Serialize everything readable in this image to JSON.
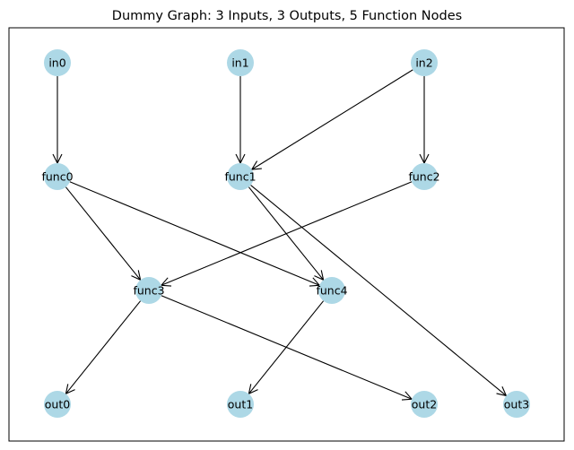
{
  "title": "Dummy Graph: 3 Inputs, 3 Outputs, 5 Function Nodes",
  "colors": {
    "node_fill": "#add8e6",
    "edge": "#000000",
    "frame": "#000000",
    "background": "#ffffff"
  },
  "nodes": [
    {
      "id": "in0",
      "label": "in0"
    },
    {
      "id": "in1",
      "label": "in1"
    },
    {
      "id": "in2",
      "label": "in2"
    },
    {
      "id": "func0",
      "label": "func0"
    },
    {
      "id": "func1",
      "label": "func1"
    },
    {
      "id": "func2",
      "label": "func2"
    },
    {
      "id": "func3",
      "label": "func3"
    },
    {
      "id": "func4",
      "label": "func4"
    },
    {
      "id": "out0",
      "label": "out0"
    },
    {
      "id": "out1",
      "label": "out1"
    },
    {
      "id": "out2",
      "label": "out2"
    },
    {
      "id": "out3",
      "label": "out3"
    }
  ],
  "edges": [
    {
      "from": "in0",
      "to": "func0"
    },
    {
      "from": "in1",
      "to": "func1"
    },
    {
      "from": "in2",
      "to": "func1"
    },
    {
      "from": "in2",
      "to": "func2"
    },
    {
      "from": "func0",
      "to": "func3"
    },
    {
      "from": "func0",
      "to": "func4"
    },
    {
      "from": "func1",
      "to": "func4"
    },
    {
      "from": "func1",
      "to": "out3"
    },
    {
      "from": "func2",
      "to": "func3"
    },
    {
      "from": "func3",
      "to": "out0"
    },
    {
      "from": "func3",
      "to": "out2"
    },
    {
      "from": "func4",
      "to": "out1"
    }
  ]
}
